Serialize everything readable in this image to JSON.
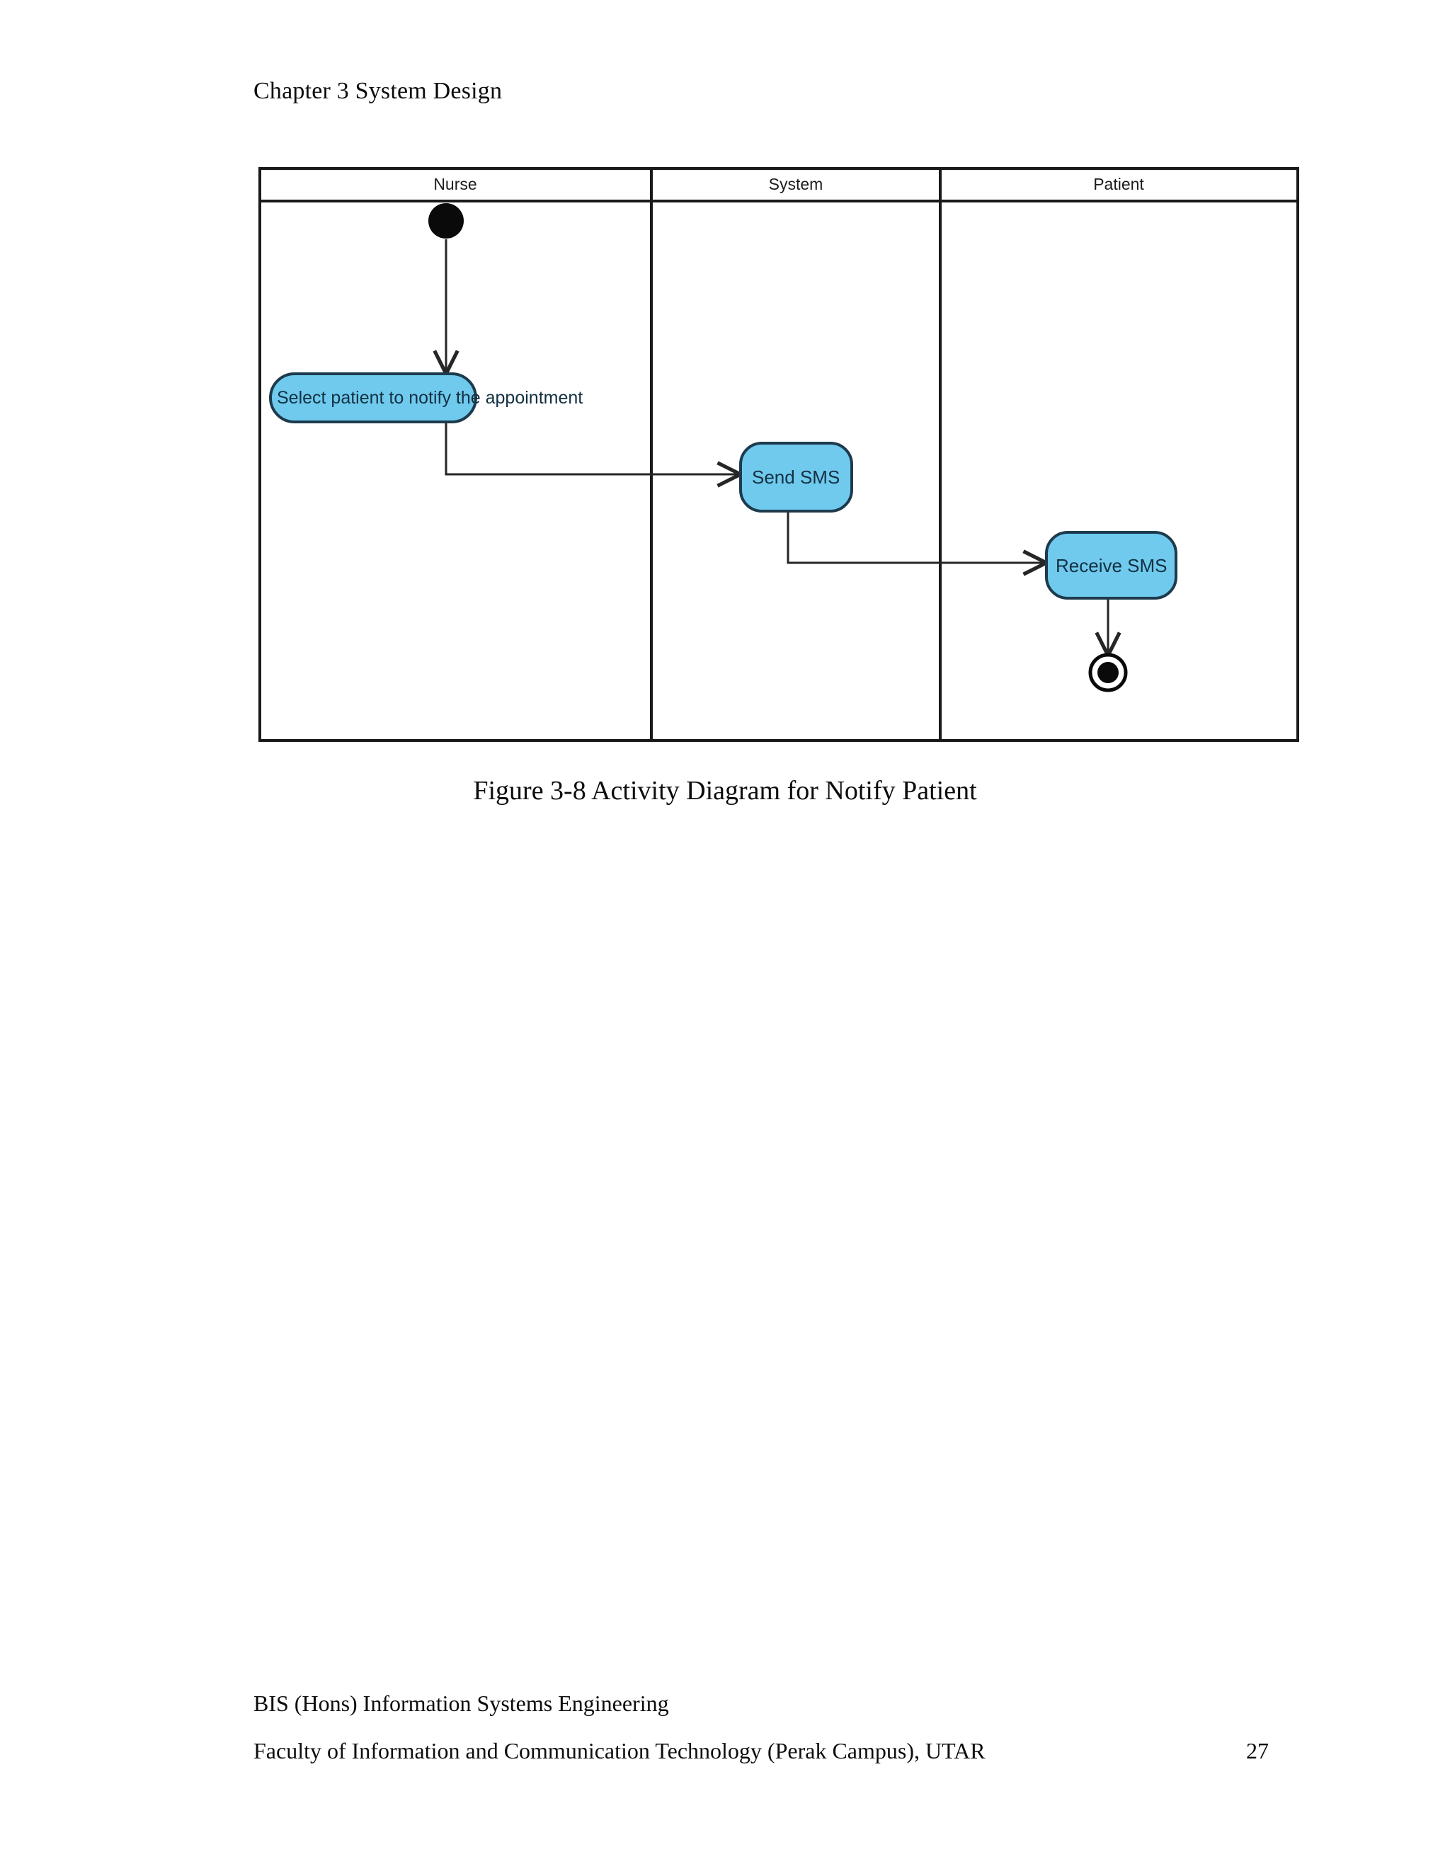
{
  "page": {
    "header": "Chapter 3 System Design",
    "figure_caption": "Figure 3-8 Activity Diagram for Notify Patient",
    "footer": {
      "programme": "BIS (Hons) Information Systems Engineering",
      "faculty": "Faculty of Information and Communication Technology (Perak Campus), UTAR",
      "page_number": "27"
    }
  },
  "diagram": {
    "type": "uml-activity-diagram",
    "title": "Activity Diagram for Notify Patient",
    "colors": {
      "node_fill": "#6FCAEE",
      "node_stroke": "#1d3b4d",
      "frame_stroke": "#1a1a1a",
      "connector_stroke": "#262626",
      "label_text": "#133041"
    },
    "lanes": [
      {
        "id": "nurse",
        "label": "Nurse"
      },
      {
        "id": "system",
        "label": "System"
      },
      {
        "id": "patient",
        "label": "Patient"
      }
    ],
    "nodes": [
      {
        "id": "start",
        "type": "initial-node",
        "lane": "nurse",
        "label": ""
      },
      {
        "id": "select-patient",
        "type": "action",
        "lane": "nurse",
        "label": "Select patient to notify the appointment"
      },
      {
        "id": "send-sms",
        "type": "action",
        "lane": "system",
        "label": "Send SMS"
      },
      {
        "id": "receive-sms",
        "type": "action",
        "lane": "patient",
        "label": "Receive SMS"
      },
      {
        "id": "end",
        "type": "final-node",
        "lane": "patient",
        "label": ""
      }
    ],
    "flows": [
      {
        "from": "start",
        "to": "select-patient"
      },
      {
        "from": "select-patient",
        "to": "send-sms"
      },
      {
        "from": "send-sms",
        "to": "receive-sms"
      },
      {
        "from": "receive-sms",
        "to": "end"
      }
    ]
  }
}
